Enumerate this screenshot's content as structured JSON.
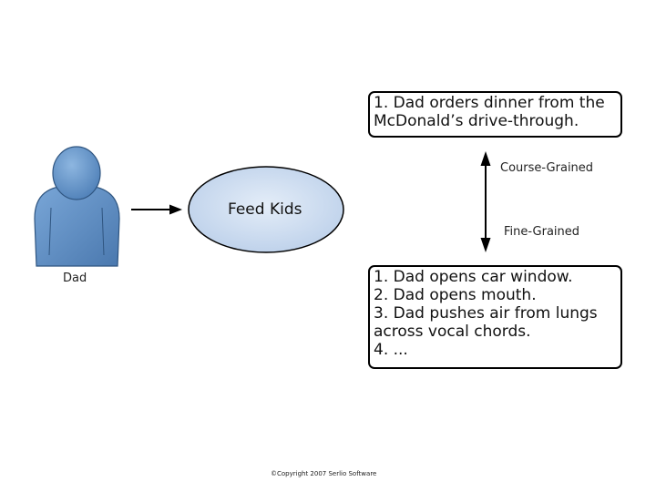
{
  "actor": {
    "name": "Dad",
    "fill": "#5f93c9"
  },
  "use_case": {
    "label": "Feed Kids",
    "fill": "#c6d8ef"
  },
  "granularity": {
    "coarse_label": "Course-Grained",
    "fine_label": "Fine-Grained"
  },
  "notes": {
    "coarse": [
      "1. Dad orders dinner from the",
      "McDonald’s drive-through."
    ],
    "fine": [
      "1. Dad opens car window.",
      "2. Dad opens mouth.",
      "3. Dad pushes air from lungs",
      "across vocal chords.",
      "4. ..."
    ]
  },
  "footer": {
    "copyright": "©Copyright 2007 Serlio Software"
  }
}
